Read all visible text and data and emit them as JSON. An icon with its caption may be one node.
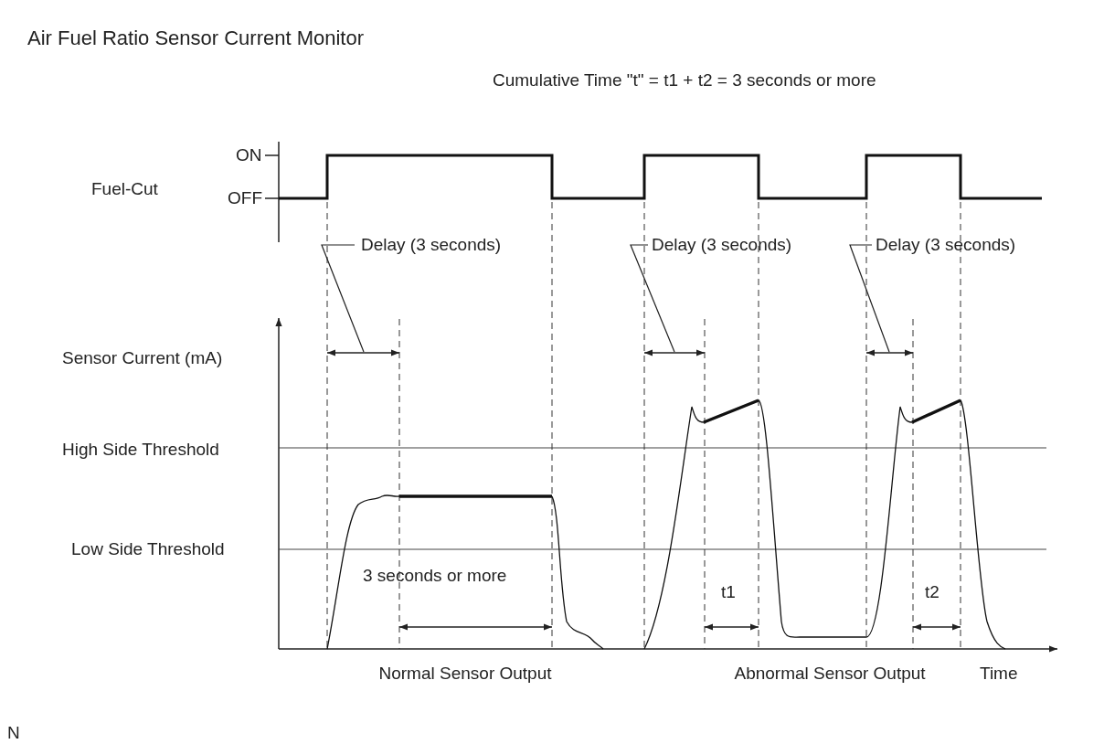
{
  "diagram": {
    "title": "Air Fuel Ratio Sensor Current Monitor",
    "nodes": [
      {
        "text": [
          "Delay (3 seconds)"
        ]
      },
      {
        "text": [
          "Delay (3 seconds)"
        ]
      },
      {
        "text": [
          "Delay (3 seconds)"
        ]
      }
    ],
    "edges": [
      {
        "from": 0,
        "to": null,
        "arrow": "none"
      },
      {
        "from": 1,
        "to": null,
        "arrow": "none"
      },
      {
        "from": 2,
        "to": null,
        "arrow": "none"
      }
    ],
    "labels": [
      "Cumulative Time \"t\" = t1 + t2 = 3 seconds or more",
      "ON",
      "Fuel-Cut",
      "OFF",
      "Sensor Current (mA)",
      "High Side Threshold",
      "Low Side Threshold",
      "3 seconds or more",
      "t1",
      "t2",
      "Normal Sensor Output",
      "Abnormal Sensor Output",
      "Time",
      "N"
    ]
  }
}
